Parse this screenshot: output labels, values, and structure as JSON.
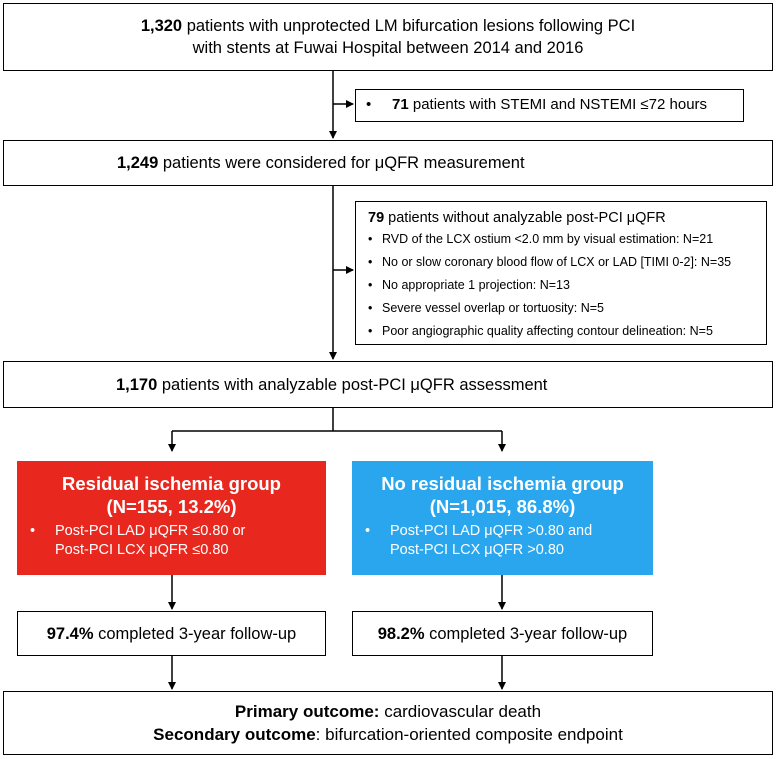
{
  "top": {
    "count": "1,320",
    "line1_rest": " patients with unprotected LM bifurcation lesions following PCI",
    "line2": "with stents at Fuwai Hospital between 2014 and 2016"
  },
  "excl1": {
    "count": "71",
    "text": " patients with STEMI and NSTEMI ≤72 hours"
  },
  "step2": {
    "count": "1,249",
    "text": " patients were considered for μQFR measurement"
  },
  "excl2": {
    "count": "79",
    "title_rest": " patients without analyzable post-PCI μQFR",
    "items": [
      "RVD of the LCX ostium <2.0 mm by visual estimation: N=21",
      "No or slow coronary blood flow of LCX or LAD [TIMI 0-2]: N=35",
      "No appropriate 1 projection: N=13",
      "Severe vessel overlap or tortuosity: N=5",
      "Poor angiographic quality affecting contour delineation: N=5"
    ]
  },
  "step3": {
    "count": "1,170",
    "text": " patients with analyzable post-PCI μQFR assessment"
  },
  "residual": {
    "title": "Residual ischemia group",
    "subtitle": "(N=155, 13.2%)",
    "items": [
      "Post-PCI LAD μQFR ≤0.80 or",
      "Post-PCI LCX μQFR ≤0.80"
    ],
    "color": "#e8281e"
  },
  "noresidual": {
    "title": "No residual ischemia group",
    "subtitle": "(N=1,015, 86.8%)",
    "items": [
      "Post-PCI LAD μQFR >0.80 and",
      "Post-PCI LCX μQFR >0.80"
    ],
    "color": "#2aa6ee"
  },
  "followup_left": {
    "pct": "97.4%",
    "text": " completed 3-year follow-up"
  },
  "followup_right": {
    "pct": "98.2%",
    "text": " completed 3-year follow-up"
  },
  "outcome": {
    "primary_label": "Primary outcome:",
    "primary_text": " cardiovascular death",
    "secondary_label": "Secondary outcome",
    "secondary_text": ": bifurcation-oriented composite endpoint"
  }
}
